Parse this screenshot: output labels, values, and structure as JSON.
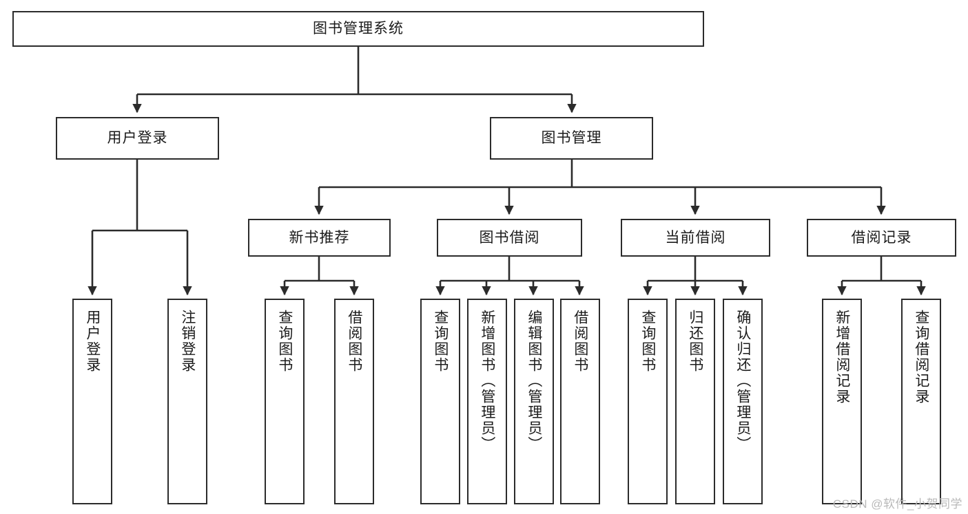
{
  "diagram": {
    "title": "图书管理系统",
    "type": "tree-hierarchy-chart",
    "watermark": "CSDN @软件_小贺同学",
    "colors": {
      "stroke": "#2b2b2b",
      "fill": "#ffffff",
      "text": "#1b1b1b",
      "watermark": "#b9b9b9"
    },
    "root": {
      "label": "图书管理系统"
    },
    "level2": [
      {
        "label": "用户登录"
      },
      {
        "label": "图书管理"
      }
    ],
    "level3": [
      {
        "label": "新书推荐"
      },
      {
        "label": "图书借阅"
      },
      {
        "label": "当前借阅"
      },
      {
        "label": "借阅记录"
      }
    ],
    "leaves": {
      "user_login": [
        {
          "label": "用户登录"
        },
        {
          "label": "注销登录"
        }
      ],
      "new_book_recommend": [
        {
          "label": "查询图书"
        },
        {
          "label": "借阅图书"
        }
      ],
      "book_borrow": [
        {
          "label": "查询图书"
        },
        {
          "label": "新增图书（管理员）"
        },
        {
          "label": "编辑图书（管理员）"
        },
        {
          "label": "借阅图书"
        }
      ],
      "current_borrow": [
        {
          "label": "查询图书"
        },
        {
          "label": "归还图书"
        },
        {
          "label": "确认归还（管理员）"
        }
      ],
      "borrow_record": [
        {
          "label": "新增借阅记录"
        },
        {
          "label": "查询借阅记录"
        }
      ]
    }
  }
}
